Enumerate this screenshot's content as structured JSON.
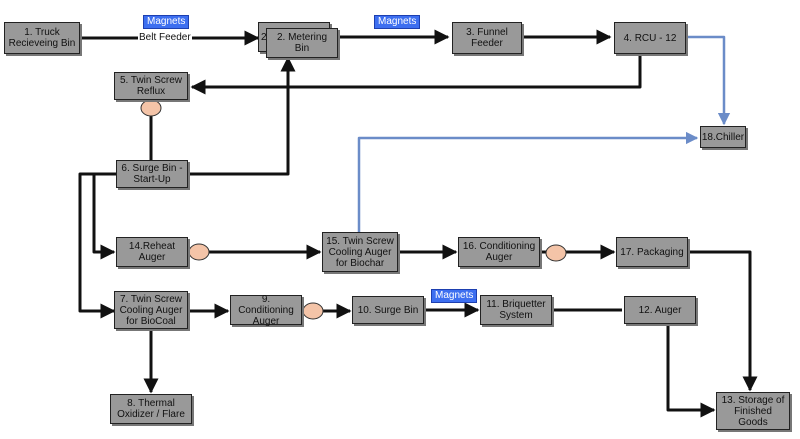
{
  "diagram": {
    "nodes": {
      "n1": "1. Truck\nRecieveing Bin",
      "n2_back": "2.",
      "n2": "2. Metering Bin",
      "n3": "3. Funnel\nFeeder",
      "n4": "4. RCU - 12",
      "n5": "5. Twin Screw\nReflux",
      "n6": "6. Surge Bin -\nStart-Up",
      "n7": "7. Twin Screw\nCooling Auger\nfor BioCoal",
      "n8": "8. Thermal\nOxidizer / Flare",
      "n9": "9. Conditioning\nAuger",
      "n10": "10. Surge Bin",
      "n11": "11. Briquetter\nSystem",
      "n12": "12. Auger",
      "n13": "13. Storage of\nFinished\nGoods",
      "n14": "14.Reheat\nAuger",
      "n15": "15. Twin Screw\nCooling Auger\nfor Biochar",
      "n16": "16. Conditioning\nAuger",
      "n17": "17. Packaging",
      "n18": "18.Chiller"
    },
    "labels": {
      "magnets_a": "Magnets",
      "magnets_b": "Magnets",
      "magnets_c": "Magnets",
      "belt_feeder": "Belt Feeder"
    },
    "colors": {
      "node_fill": "#999999",
      "arrow": "#111111",
      "chiller_line": "#6b8cc8",
      "valve": "#f4c4a8",
      "magnet_tag": "#3d6ff0"
    }
  }
}
